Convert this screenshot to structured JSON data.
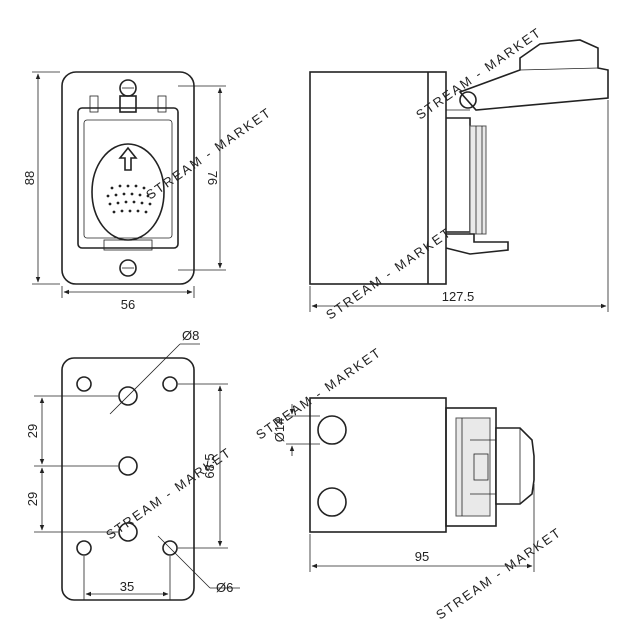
{
  "dimensions": {
    "front_height": "88",
    "front_inner_height": "76",
    "front_width": "56",
    "side_length": "127.5",
    "back_hole_large": "Ø8",
    "back_pitch_upper": "29",
    "back_pitch_lower": "29",
    "back_height": "68.5",
    "back_width": "35",
    "back_hole_small": "Ø6",
    "top_hole": "Ø14",
    "top_length": "95"
  },
  "watermark": "STREAM - MARKET"
}
